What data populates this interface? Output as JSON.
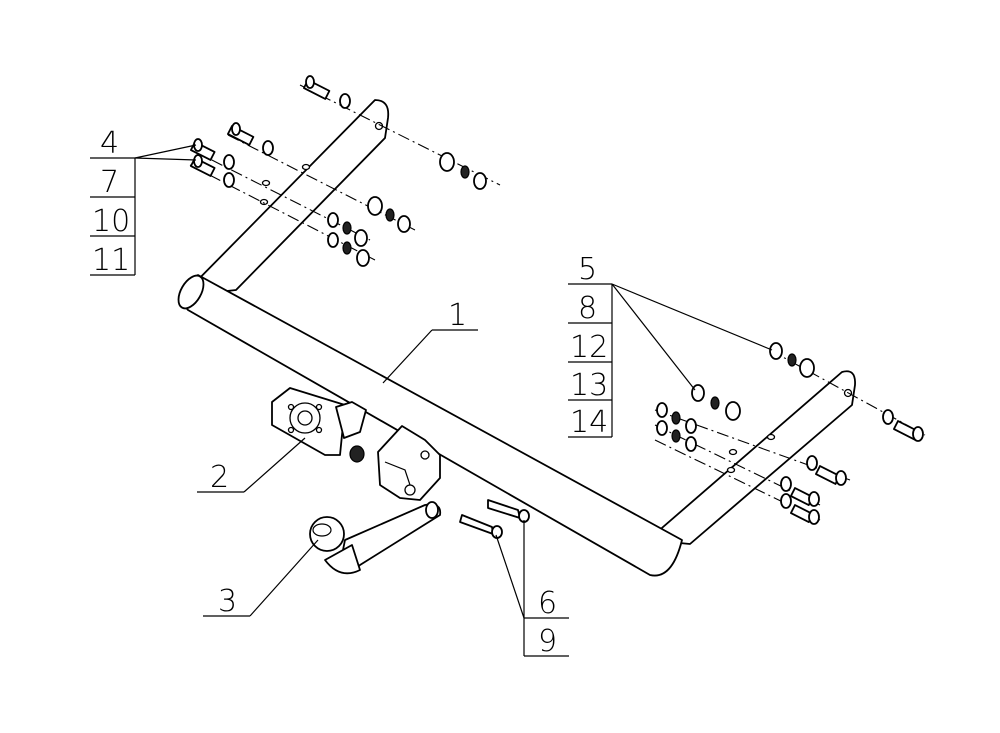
{
  "callouts": {
    "c1": "1",
    "c2": "2",
    "c3": "3",
    "group_left": [
      "4",
      "7",
      "10",
      "11"
    ],
    "group_right": [
      "5",
      "8",
      "12",
      "13",
      "14"
    ],
    "group_bottom": [
      "6",
      "9"
    ]
  },
  "colors": {
    "ink": "#000000",
    "paper": "#ffffff"
  }
}
